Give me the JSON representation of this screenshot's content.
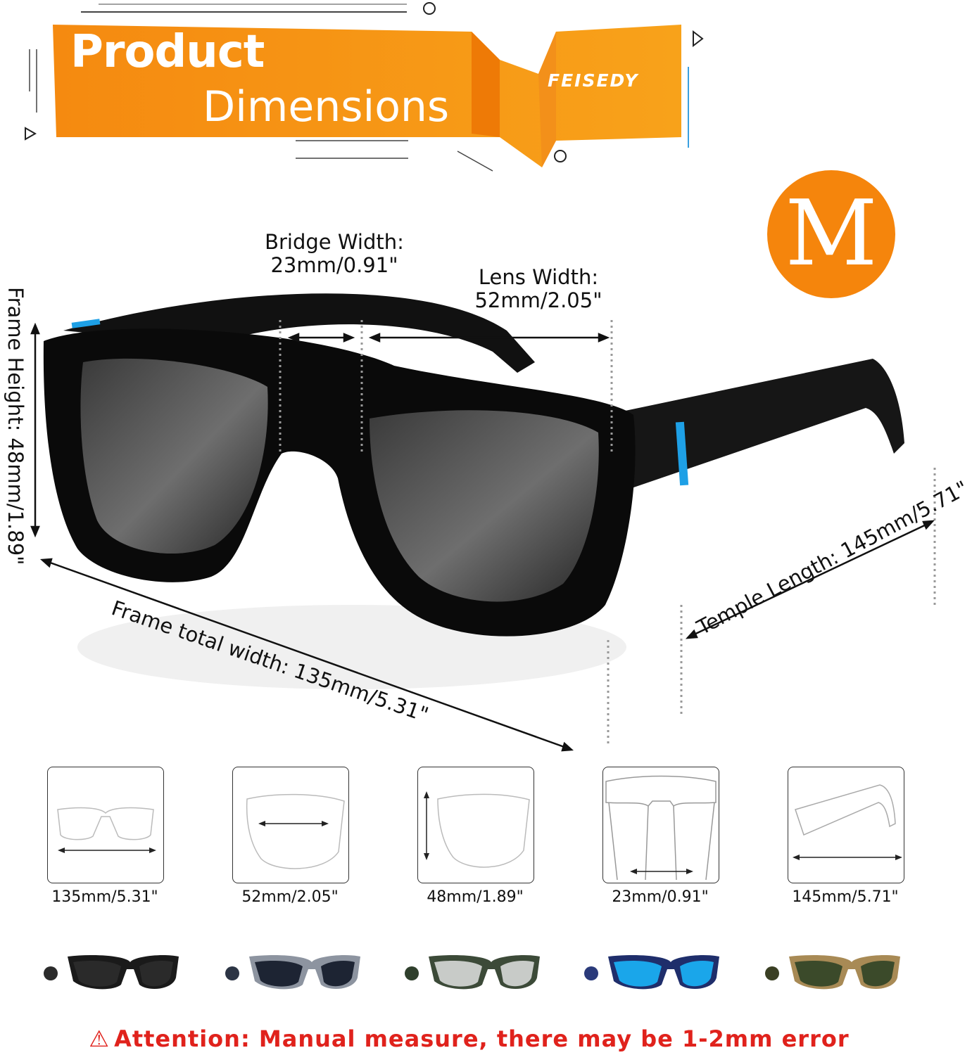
{
  "header": {
    "title_line1": "Product",
    "title_line2": "Dimensions",
    "brand": "FEISEDY"
  },
  "size_badge": "M",
  "measurements": {
    "bridge": "Bridge Width:\n23mm/0.91\"",
    "lens": "Lens Width:\n52mm/2.05\"",
    "height": "Frame Height: 48mm/1.89\"",
    "total": "Frame total width: 135mm/5.31\"",
    "temple": "Temple Length: 145mm/5.71\""
  },
  "thumbnails": [
    {
      "caption": "135mm/5.31\""
    },
    {
      "caption": "52mm/2.05\""
    },
    {
      "caption": "48mm/1.89\""
    },
    {
      "caption": "23mm/0.91\""
    },
    {
      "caption": "145mm/5.71\""
    }
  ],
  "variants": [
    {
      "dot": "#2b2b2b",
      "frame": "#1a1a1a",
      "lens": "#2a2a2a"
    },
    {
      "dot": "#2c3444",
      "frame": "#8d94a0",
      "lens": "#1d2433"
    },
    {
      "dot": "#2f3f2c",
      "frame": "#3c4a38",
      "lens": "#c8cbc8"
    },
    {
      "dot": "#2a3a7a",
      "frame": "#1f2e6b",
      "lens": "#1aa6ea"
    },
    {
      "dot": "#3a3f23",
      "frame": "#a88a55",
      "lens": "#3b4a2a"
    }
  ],
  "attention": {
    "icon": "warning-icon",
    "text": "Attention: Manual measure, there may be 1-2mm error"
  },
  "colors": {
    "orange": "#f5850c",
    "accent_blue": "#1ea0e6",
    "warning_red": "#e0221c"
  }
}
